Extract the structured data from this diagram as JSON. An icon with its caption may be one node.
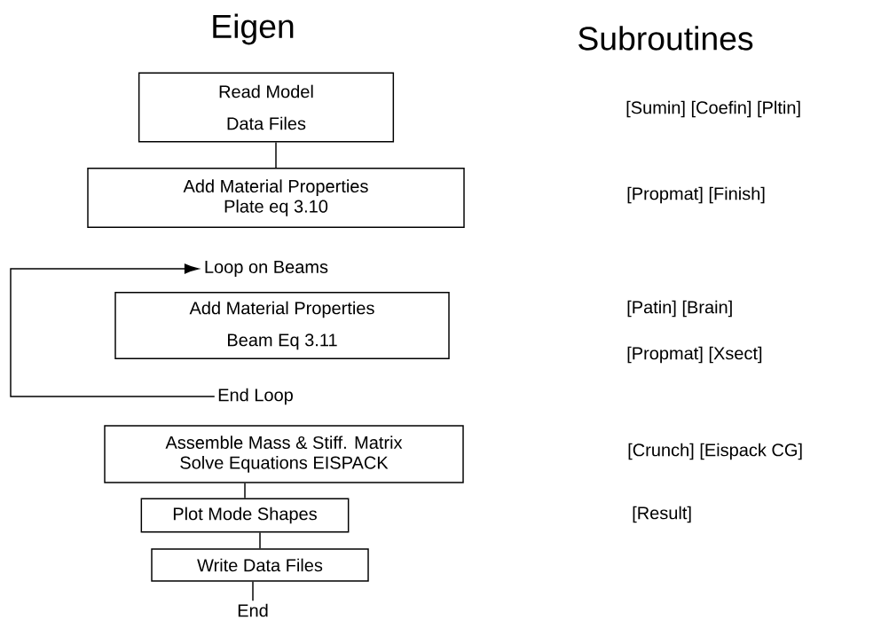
{
  "diagram": {
    "title": "Eigen",
    "nodes": [
      {
        "text": [
          "Read Model",
          "Data Files"
        ]
      },
      {
        "text": [
          "Add Material Properties",
          "Plate eq 3.10"
        ]
      },
      {
        "text": [
          "Loop on Beams"
        ]
      },
      {
        "text": [
          "Add Material Properties",
          "Beam Eq 3.11"
        ]
      },
      {
        "text": [
          "End Loop"
        ]
      },
      {
        "text": [
          "Assemble Mass & Stiff. Matrix",
          "Solve Equations EISPACK"
        ]
      },
      {
        "text": [
          "Plot Mode Shapes"
        ]
      },
      {
        "text": [
          "Write Data Files"
        ]
      },
      {
        "text": [
          "End"
        ]
      }
    ],
    "edges": [
      {
        "from": 0,
        "to": 1,
        "arrow": "none"
      },
      {
        "from": 4,
        "to": 2,
        "arrow": "to"
      },
      {
        "from": 5,
        "to": 6,
        "arrow": "none"
      },
      {
        "from": 6,
        "to": 7,
        "arrow": "none"
      },
      {
        "from": 7,
        "to": 8,
        "arrow": "none"
      }
    ],
    "labels": [
      "Subroutines",
      "[Sumin] [Coefin] [Pltin]",
      "[Propmat] [Finish]",
      "[Patin] [Brain]",
      "[Propmat] [Xsect]",
      "[Crunch] [Eispack CG]",
      "[Result]"
    ]
  }
}
